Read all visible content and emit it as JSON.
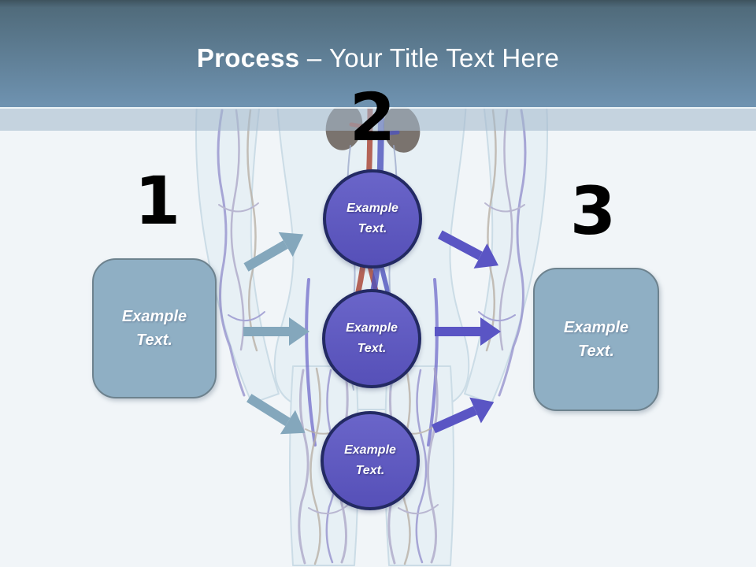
{
  "title": {
    "emphasis": "Process",
    "dash": "–",
    "rest": "Your Title Text Here"
  },
  "steps": [
    {
      "number": "1",
      "label": {
        "line1": "Example",
        "line2": "Text."
      }
    },
    {
      "number": "2",
      "circles": [
        {
          "line1": "Example",
          "line2": "Text."
        },
        {
          "line1": "Example",
          "line2": "Text."
        },
        {
          "line1": "Example",
          "line2": "Text."
        }
      ]
    },
    {
      "number": "3",
      "label": {
        "line1": "Example",
        "line2": "Text."
      }
    }
  ],
  "colors": {
    "header_gradient_top": "#3e535e",
    "header_gradient_bottom": "#6f93b1",
    "band": "#c7d4e0",
    "background": "#f1f5f8",
    "box_fill": "#8fafc4",
    "box_border": "#6d828e",
    "circle_fill": "#5d57c0",
    "circle_border": "#232a63",
    "arrow_left": "#84a7bc",
    "arrow_right": "#5a55c4",
    "number_color": "#000000",
    "title_color": "#ffffff"
  }
}
